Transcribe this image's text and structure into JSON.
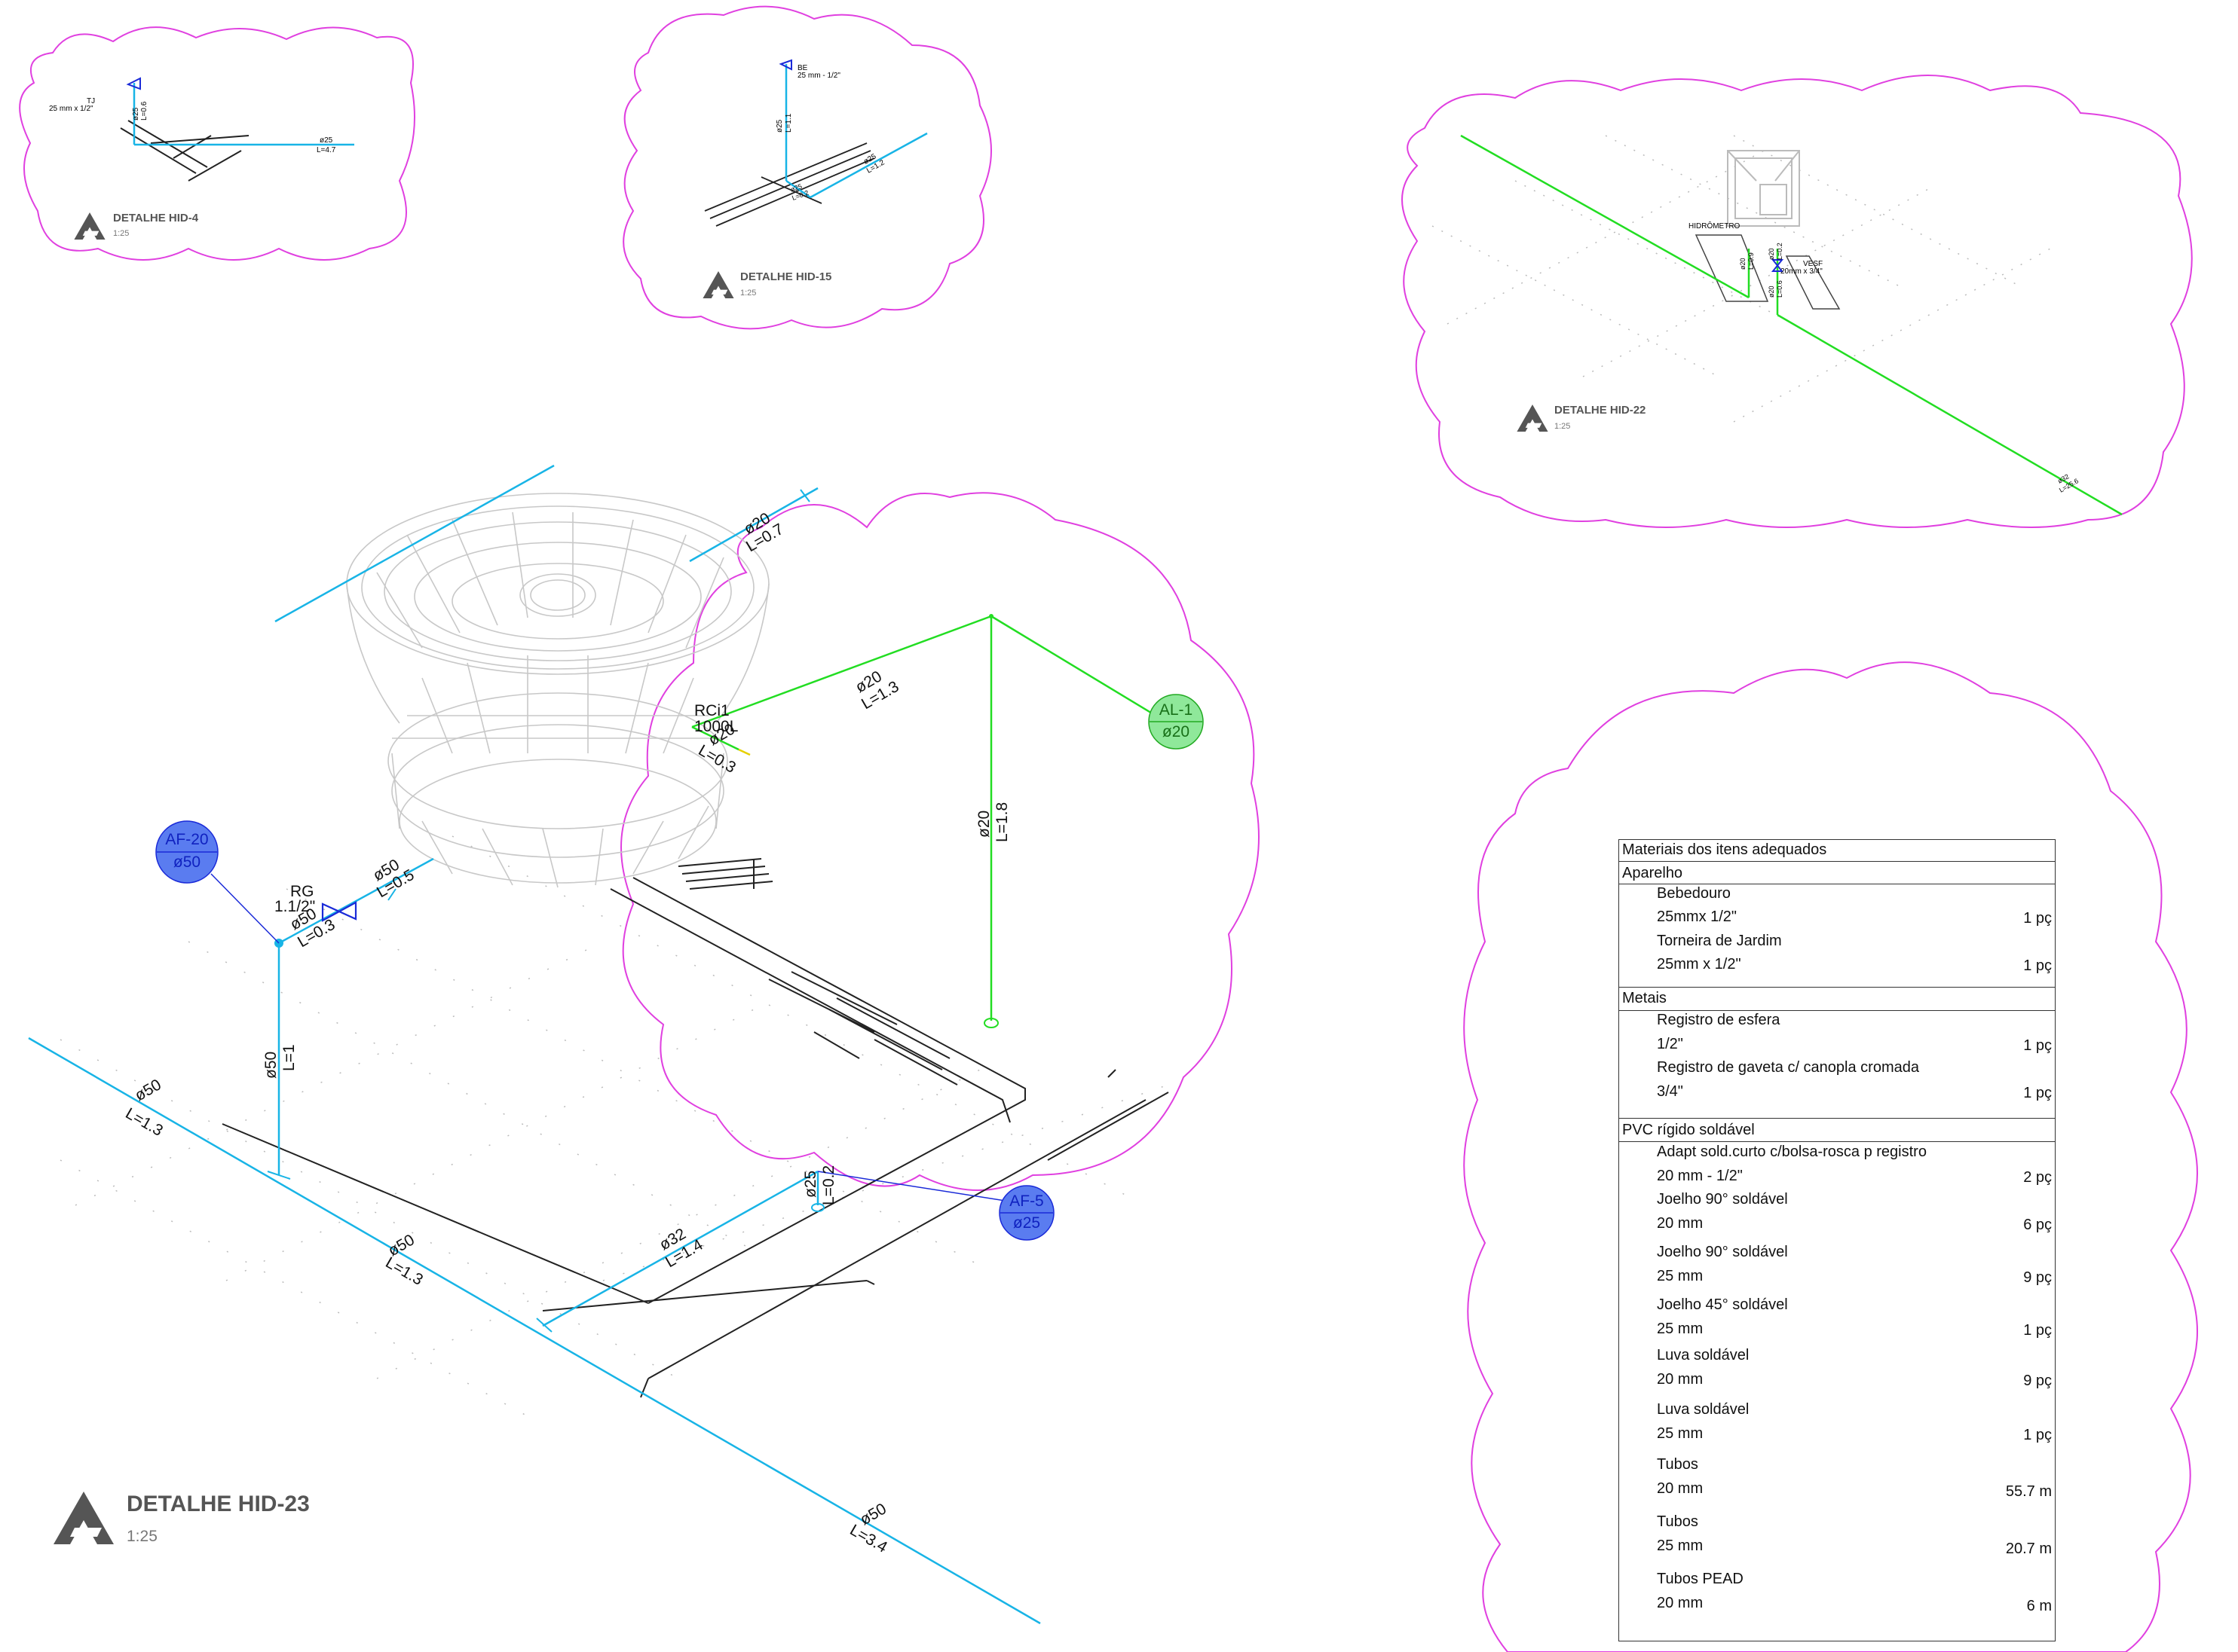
{
  "colors": {
    "cloud": "#e040e0",
    "cold_water_pipe": "#18b4e6",
    "green_pipe": "#22dd22",
    "valve_blue": "#1a2ad8",
    "callout_blue_fill": "#5a7cf0",
    "callout_green_fill": "#8fe89a",
    "reservoir_wire": "#c8c8c8",
    "title_gray": "#555555"
  },
  "icons": {
    "detail_logo": "triangle-a-logo-icon",
    "ball_valve": "bowtie-valve-icon",
    "gate_valve": "gate-valve-icon"
  },
  "details": {
    "hid4": {
      "title": "DETALHE HID-4",
      "scale": "1:25",
      "labels": {
        "fitting_code": "TJ",
        "fitting_spec": "25 mm x 1/2\"",
        "riser_dia": "ø25",
        "riser_len": "L=0.6",
        "run_dia": "ø25",
        "run_len": "L=4.7"
      }
    },
    "hid15": {
      "title": "DETALHE HID-15",
      "scale": "1:25",
      "labels": {
        "fitting_code": "BE",
        "fitting_spec": "25 mm - 1/2\"",
        "riser_dia": "ø25",
        "riser_len": "L=1.1",
        "elbow_dia": "ø25",
        "elbow_len": "L=0.2",
        "run_dia": "ø25",
        "run_len": "L=1.2"
      }
    },
    "hid22": {
      "title": "DETALHE HID-22",
      "scale": "1:25",
      "labels": {
        "meter": "HIDRÔMETRO",
        "valve_code": "VESF",
        "valve_spec": "20mm x 3/4\"",
        "riser_dia": "ø20",
        "riser_len": "L=0.9",
        "riser2_dia": "ø20",
        "riser2_len": "L=0.2",
        "down_dia": "ø20",
        "down_len": "L=0.6",
        "run_dia": "ø32",
        "run_len": "L=25.6"
      }
    },
    "hid23": {
      "title": "DETALHE HID-23",
      "scale": "1:25",
      "labels": {
        "top_dia": "ø20",
        "top_len": "L=0.7",
        "reservoir_code": "RCi1",
        "reservoir_cap": "1000L",
        "outlet_dia": "ø20",
        "outlet_len": "L=0.3",
        "green1_dia": "ø20",
        "green1_len": "L=1.3",
        "green_riser_dia": "ø20",
        "green_riser_len": "L=1.8",
        "valve_code": "RG",
        "valve_size": "1.1/2\"",
        "inlet_dia": "ø50",
        "inlet_len": "L=0.5",
        "short_dia": "ø50",
        "short_len": "L=0.3",
        "riser_dia": "ø50",
        "riser_len": "L=1",
        "main_a_dia": "ø50",
        "main_a_len": "L=1.3",
        "main_b_dia": "ø50",
        "main_b_len": "L=1.3",
        "branch_dia": "ø32",
        "branch_len": "L=1.4",
        "stub_dia": "ø25",
        "stub_len": "L=0.2",
        "main_c_dia": "ø50",
        "main_c_len": "L=3.4"
      },
      "callouts": {
        "af20_code": "AF-20",
        "af20_dia": "ø50",
        "al1_code": "AL-1",
        "al1_dia": "ø20",
        "af5_code": "AF-5",
        "af5_dia": "ø25"
      }
    }
  },
  "materials": {
    "title": "Materiais dos itens adequados",
    "sections": [
      {
        "name": "Aparelho",
        "items": [
          {
            "name": "Bebedouro",
            "spec": "25mmx 1/2\"",
            "qty": "1 pç"
          },
          {
            "name": "Torneira de Jardim",
            "spec": "25mm x 1/2\"",
            "qty": "1 pç"
          }
        ]
      },
      {
        "name": "Metais",
        "items": [
          {
            "name": "Registro de esfera",
            "spec": "1/2\"",
            "qty": "1 pç"
          },
          {
            "name": "Registro de gaveta c/ canopla cromada",
            "spec": "3/4\"",
            "qty": "1 pç"
          }
        ]
      },
      {
        "name": "PVC rígido soldável",
        "items": [
          {
            "name": "Adapt sold.curto c/bolsa-rosca p registro",
            "spec": "20 mm - 1/2\"",
            "qty": "2 pç"
          },
          {
            "name": "Joelho 90° soldável",
            "spec": "20 mm",
            "qty": "6 pç"
          },
          {
            "name": "Joelho 90° soldável",
            "spec": "25 mm",
            "qty": "9 pç"
          },
          {
            "name": "Joelho 45° soldável",
            "spec": "25 mm",
            "qty": "1 pç"
          },
          {
            "name": "Luva soldável",
            "spec": "20 mm",
            "qty": "9 pç"
          },
          {
            "name": "Luva soldável",
            "spec": "25 mm",
            "qty": "1 pç"
          },
          {
            "name": "Tubos",
            "spec": "20 mm",
            "qty": "55.7 m"
          },
          {
            "name": "Tubos",
            "spec": "25 mm",
            "qty": "20.7 m"
          },
          {
            "name": "Tubos PEAD",
            "spec": "20 mm",
            "qty": "6 m"
          }
        ]
      }
    ]
  }
}
